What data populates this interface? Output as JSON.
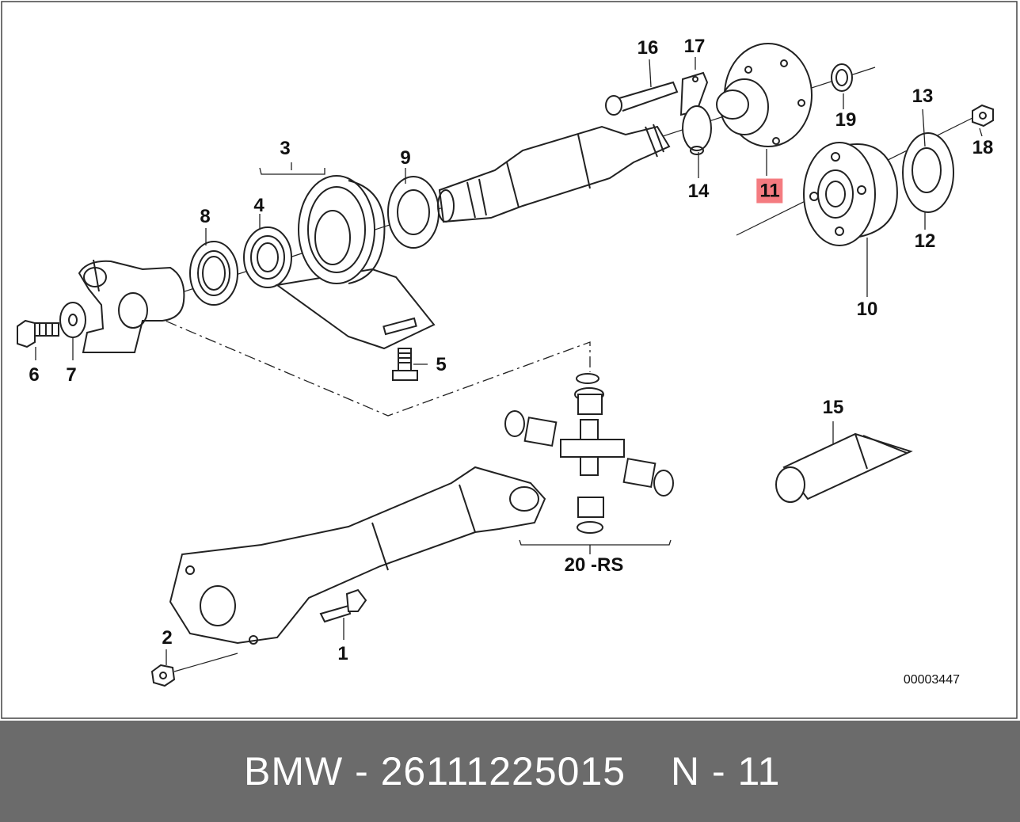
{
  "diagram": {
    "callouts": {
      "c1": "1",
      "c2": "2",
      "c3": "3",
      "c4": "4",
      "c5": "5",
      "c6": "6",
      "c7": "7",
      "c8": "8",
      "c9": "9",
      "c10": "10",
      "c11": "11",
      "c12": "12",
      "c13": "13",
      "c14": "14",
      "c15": "15",
      "c16": "16",
      "c17": "17",
      "c18": "18",
      "c19": "19",
      "c20": "20 -RS"
    },
    "highlighted_callout": "11",
    "highlight_color": "#f47b80",
    "document_id": "00003447"
  },
  "caption": {
    "part_text": "BMW - 26111225015",
    "ref_text": "N - 11",
    "bar_color": "#6b6b6b"
  }
}
